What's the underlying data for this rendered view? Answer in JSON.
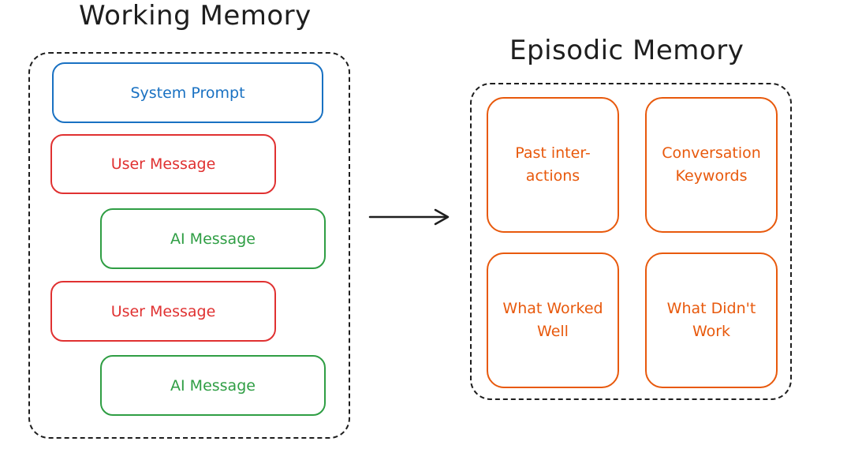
{
  "working_memory": {
    "title": "Working Memory",
    "messages": [
      {
        "label": "System Prompt",
        "color": "#1971c2"
      },
      {
        "label": "User Message",
        "color": "#e03131"
      },
      {
        "label": "AI Message",
        "color": "#2f9e44"
      },
      {
        "label": "User Message",
        "color": "#e03131"
      },
      {
        "label": "AI Message",
        "color": "#2f9e44"
      }
    ]
  },
  "episodic_memory": {
    "title": "Episodic Memory",
    "color": "#e8590c",
    "tiles": [
      {
        "label": "Past inter-\nactions"
      },
      {
        "label": "Conversation\nKeywords"
      },
      {
        "label": "What Worked\nWell"
      },
      {
        "label": "What Didn't\nWork"
      }
    ]
  }
}
